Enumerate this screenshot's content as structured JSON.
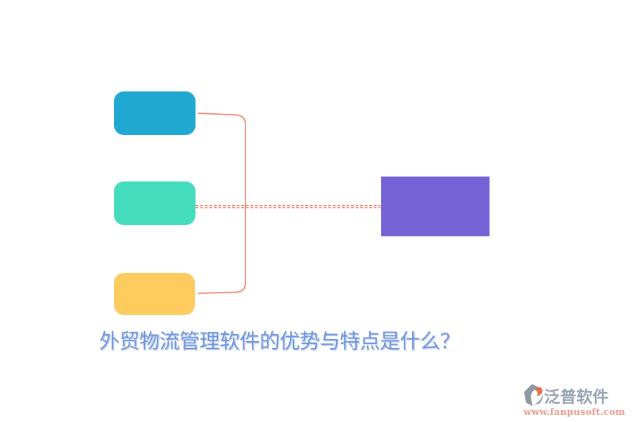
{
  "title": {
    "text": "外贸物流管理软件的优势与特点是什么？",
    "color": "#7095DB"
  },
  "diagram": {
    "nodes": [
      {
        "id": "feature-top",
        "color": "#1FA9D2"
      },
      {
        "id": "feature-middle",
        "color": "#45DCBD"
      },
      {
        "id": "feature-bottom",
        "color": "#FDCB5E"
      },
      {
        "id": "summary-right",
        "color": "#7562D7"
      }
    ],
    "connectors": {
      "bracket_color": "#F0907C",
      "dashed_color": "#E8502E"
    }
  },
  "watermark": {
    "brand": "泛普软件",
    "url": "www.fanpusoft.com",
    "brand_color": "#98A2B0",
    "url_color": "#EE9C90",
    "icon_colors": {
      "gray": "#8E98A7",
      "orange": "#E0714B"
    }
  }
}
